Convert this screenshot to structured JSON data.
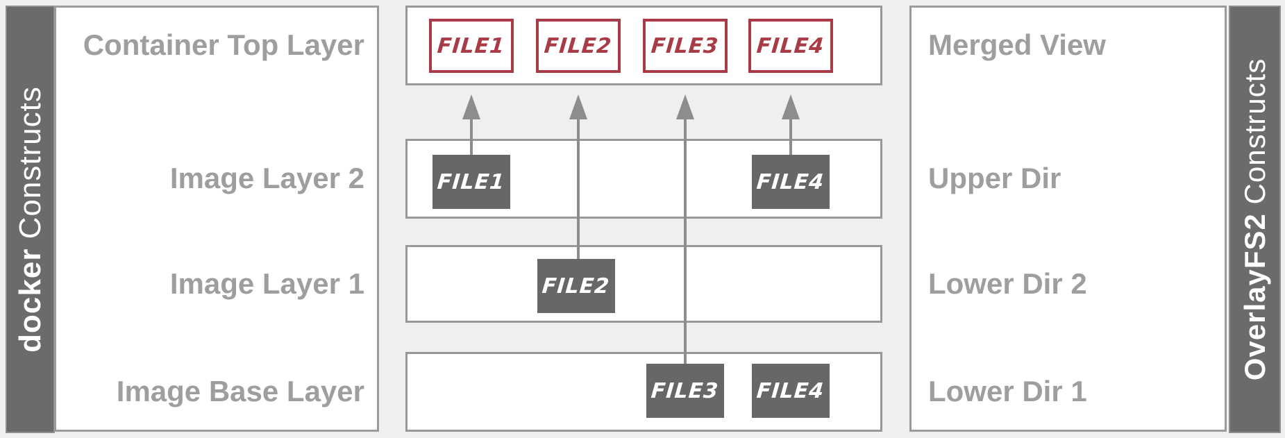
{
  "colors": {
    "background": "#efefef",
    "panel_border": "#9b9b9b",
    "label_text": "#9e9e9e",
    "sidebar_bg": "#6b6b6b",
    "sidebar_text": "#ffffff",
    "dark_file_box": "#676767",
    "red_file": "#a83b46",
    "arrow": "#8d8d8d"
  },
  "sidebars": {
    "left": {
      "bold": "docker",
      "rest": " Constructs"
    },
    "right": {
      "bold": "OverlayFS2",
      "rest": " Constructs"
    }
  },
  "docker_panel": {
    "labels": [
      "Container Top Layer",
      "Image Layer 2",
      "Image Layer 1",
      "Image Base Layer"
    ]
  },
  "overlay_panel": {
    "labels": [
      "Merged View",
      "Upper Dir",
      "Lower Dir 2",
      "Lower Dir 1"
    ]
  },
  "merged_view_files": [
    "FILE1",
    "FILE2",
    "FILE3",
    "FILE4"
  ],
  "upper_dir_files": [
    "FILE1",
    "FILE4"
  ],
  "lower_dir_2_files": [
    "FILE2"
  ],
  "lower_dir_1_files": [
    "FILE3",
    "FILE4"
  ]
}
